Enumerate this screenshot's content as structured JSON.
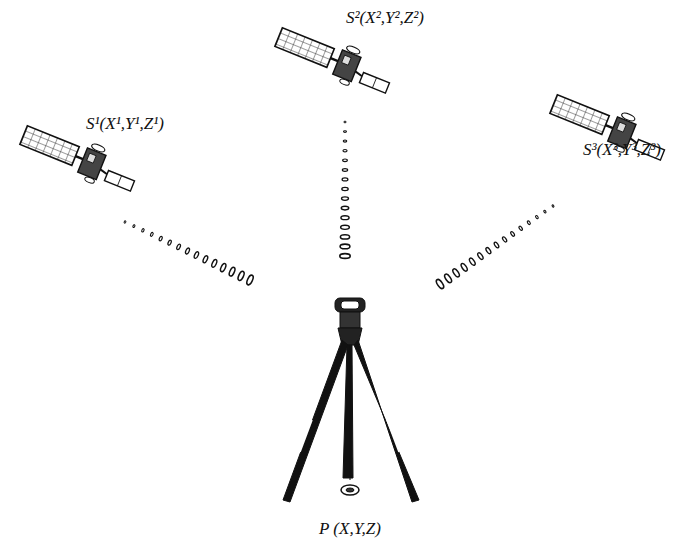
{
  "diagram": {
    "labels": [
      "S¹(X¹,Y¹,Z¹)",
      "S²(X²,Y²,Z²)",
      "S³(X³,Y³,Z³)",
      "P (X,Y,Z)"
    ]
  }
}
